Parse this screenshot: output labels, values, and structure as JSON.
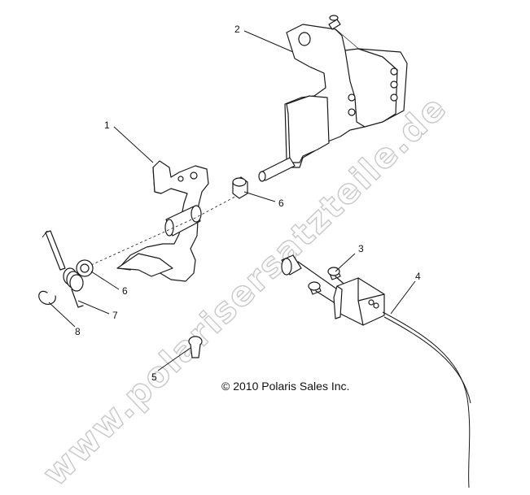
{
  "watermark": "www.polarisersatzteile.de",
  "copyright": "© 2010 Polaris Sales Inc.",
  "callouts": {
    "c1": "1",
    "c2": "2",
    "c3": "3",
    "c4": "4",
    "c5": "5",
    "c6a": "6",
    "c6b": "6",
    "c7": "7",
    "c8": "8"
  },
  "colors": {
    "line": "#1a1a1a",
    "watermark": "#c8c8c8",
    "background": "#ffffff"
  }
}
